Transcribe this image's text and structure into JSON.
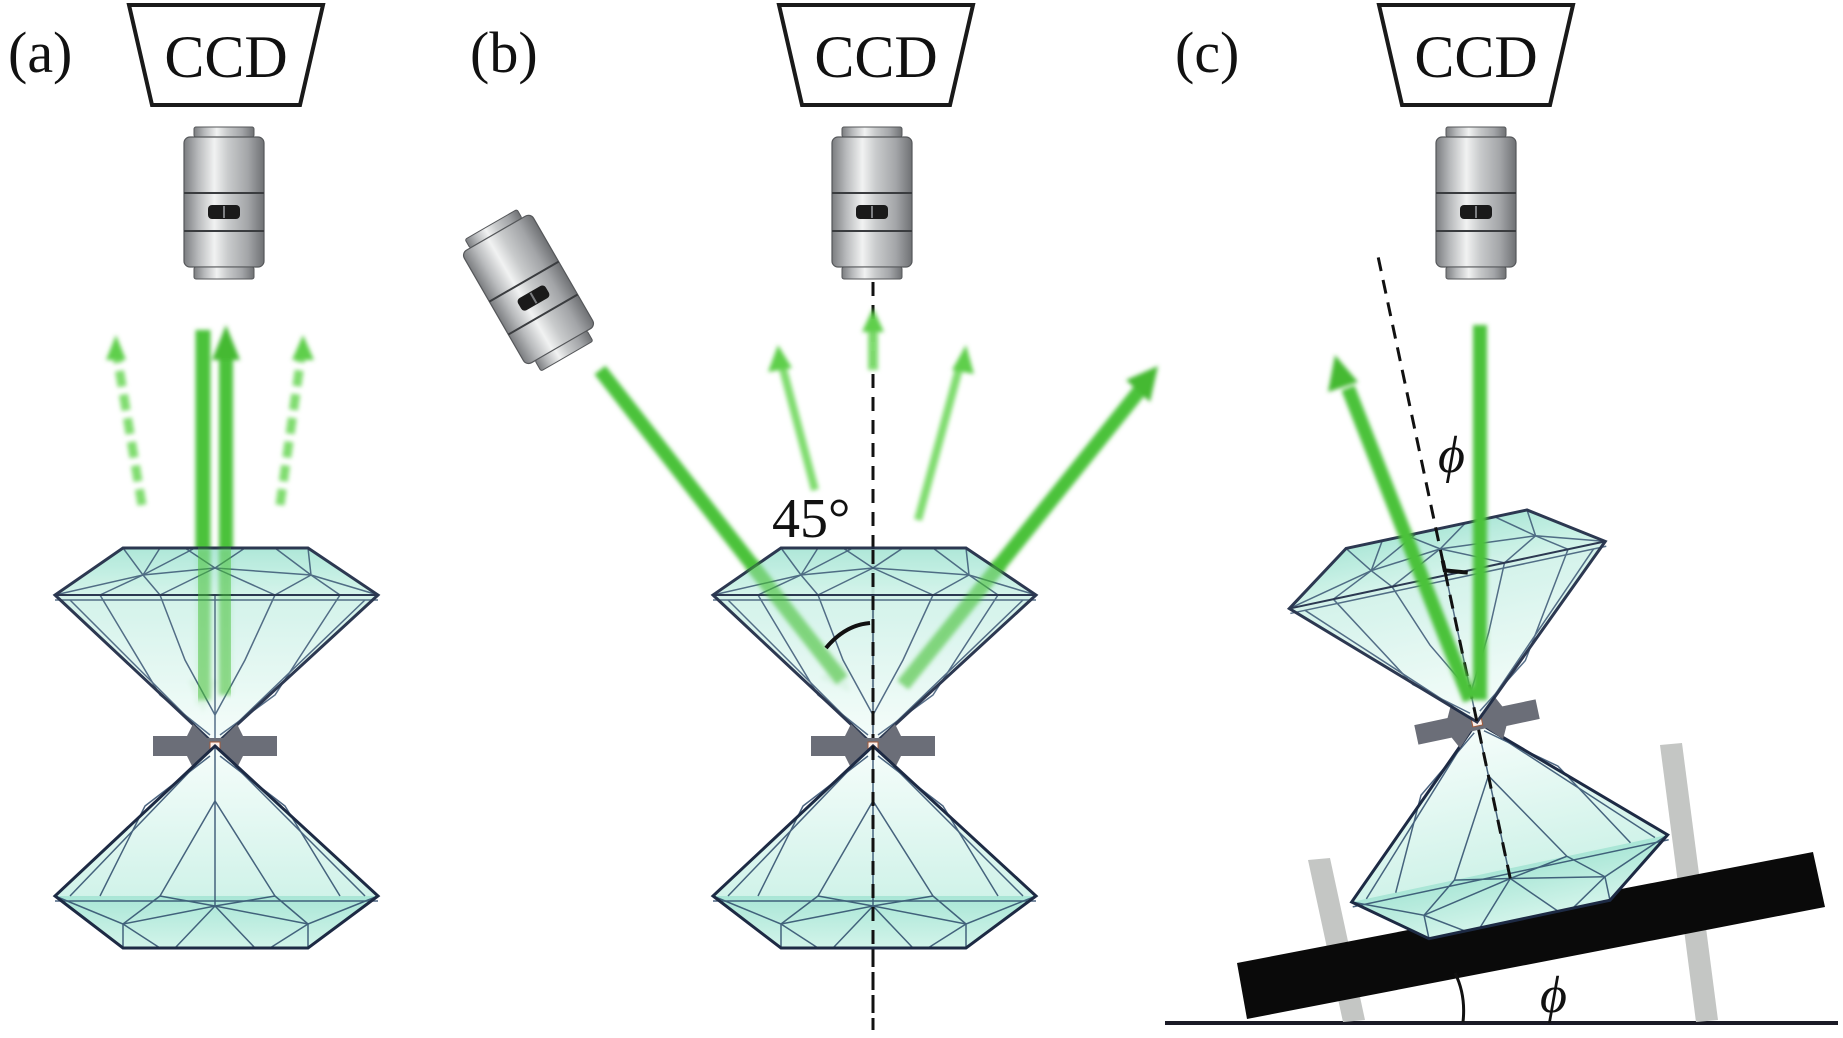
{
  "figure": {
    "description": "Diamond anvil cell optical alignment geometries",
    "panels": [
      {
        "id": "a",
        "label": "(a)",
        "detector_label": "CCD",
        "objectives": [
          "vertical objective"
        ],
        "beams": "normal incidence, collinear excitation and collection"
      },
      {
        "id": "b",
        "label": "(b)",
        "detector_label": "CCD",
        "objectives": [
          "vertical objective",
          "tilted objective"
        ],
        "angle_label": "45°",
        "beams": "oblique incidence at 45° to axis"
      },
      {
        "id": "c",
        "label": "(c)",
        "detector_label": "CCD",
        "objectives": [
          "vertical objective"
        ],
        "cell_tilt_label": "ϕ",
        "stage_tilt_label": "ϕ",
        "beams": "tilted cell on inclined stage"
      }
    ]
  },
  "colors": {
    "beam": "#4cc23a",
    "beam_light": "#7fdc6e",
    "diamond_fill": "#bfeee2",
    "diamond_fill_light": "#e9fbf6",
    "diamond_edge": "#1d2a44",
    "facet_line": "#2c4a6a",
    "gasket": "#6b6e78",
    "stage": "#0a0a0a",
    "post": "#c4c6c4",
    "objective_body": "#c9cbcc",
    "objective_highlight": "#f1f2f2",
    "objective_shadow": "#7b7d80"
  }
}
